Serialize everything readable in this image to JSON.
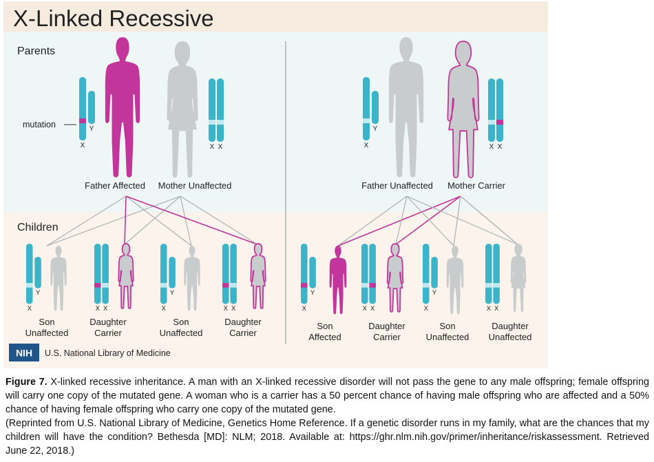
{
  "title": "X-Linked Recessive",
  "sections": {
    "parents_label": "Parents",
    "children_label": "Children"
  },
  "annotation": {
    "mutation_label": "mutation"
  },
  "chromosome_letters": {
    "x": "X",
    "y": "Y"
  },
  "left_panel": {
    "father_label": "Father Affected",
    "mother_label": "Mother Unaffected",
    "children": [
      {
        "line1": "Son",
        "line2": "Unaffected"
      },
      {
        "line1": "Daughter",
        "line2": "Carrier"
      },
      {
        "line1": "Son",
        "line2": "Unaffected"
      },
      {
        "line1": "Daughter",
        "line2": "Carrier"
      }
    ]
  },
  "right_panel": {
    "father_label": "Father Unaffected",
    "mother_label": "Mother Carrier",
    "children": [
      {
        "line1": "Son",
        "line2": "Affected"
      },
      {
        "line1": "Daughter",
        "line2": "Carrier"
      },
      {
        "line1": "Son",
        "line2": "Unaffected"
      },
      {
        "line1": "Daughter",
        "line2": "Unaffected"
      }
    ]
  },
  "logo": {
    "badge": "NIH",
    "text": "U.S. National Library of Medicine"
  },
  "caption": {
    "label": "Figure 7.",
    "body": "X-linked recessive inheritance. A man with an X-linked recessive disorder will not pass the gene to any male offspring; female offspring will carry one copy of the mutated gene. A woman who is a carrier has a 50 percent chance of having male offspring who are affected and a 50% chance of having female offspring who carry one copy of the mutated gene.",
    "citation": "(Reprinted from U.S. National Library of Medicine, Genetics Home Reference. If a genetic disorder runs in my family, what are the chances that my children will have the condition? Bethesda [MD]: NLM; 2018. Available at: https://ghr.nlm.nih.gov/primer/inheritance/riskassessment. Retrieved June 22, 2018.)"
  },
  "colors": {
    "title_bar": "#f5ecdf",
    "parents_bg": "#eef6f6",
    "children_bg": "#fbf3ec",
    "affected_magenta": "#c2359a",
    "unaffected_gray": "#c8cccd",
    "chromosome_teal": "#3bb3c9",
    "chromosome_band": "#bfe9ef",
    "line_gray": "#a9b0b2",
    "divider": "#9aa2a4",
    "nih_blue": "#20558a"
  }
}
